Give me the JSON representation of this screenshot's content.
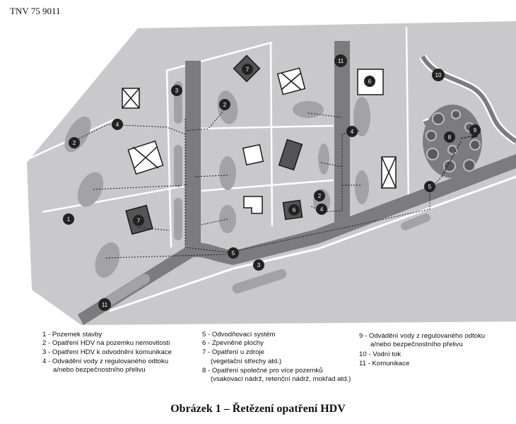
{
  "header": {
    "standard_code": "TNV 75 9011"
  },
  "markers": {
    "m1": "1",
    "m2a": "2",
    "m2b": "2",
    "m2c": "2",
    "m3a": "3",
    "m3b": "3",
    "m4a": "4",
    "m4b": "4",
    "m4c": "4",
    "m5a": "5",
    "m5b": "5",
    "m6a": "6",
    "m6b": "6",
    "m7a": "7",
    "m7b": "7",
    "m8": "8",
    "m9": "9",
    "m10": "10",
    "m11a": "11",
    "m11b": "11"
  },
  "legend": {
    "col1": [
      "1 - Pozemek stavby",
      "2 - Opatření HDV na pozemku nemovitosti",
      "3 - Opatření HDV k odvodnění komunikace",
      "4 - Odvádění vody z regulovaného odtoku",
      "a/nebo bezpečnostního přelivu"
    ],
    "col2": [
      "5 - Odvodňovací systém",
      "6 - Zpevněné plochy",
      "7 - Opatření u zdroje",
      "(vegetační střechy atd.)",
      "8 - Opatření společné pro více pozemků",
      "(vsakovací nádrž, retenční nádrž, mokřad atd.)"
    ],
    "col3": [
      "9 - Odvádění vody z regulovaného odtoku",
      "a/nebo bezpečnostního přelivu",
      "10 - Vodní tok",
      "11 - Komunikace"
    ]
  },
  "caption": "Obrázek 1 – Řetězení opatření HDV"
}
